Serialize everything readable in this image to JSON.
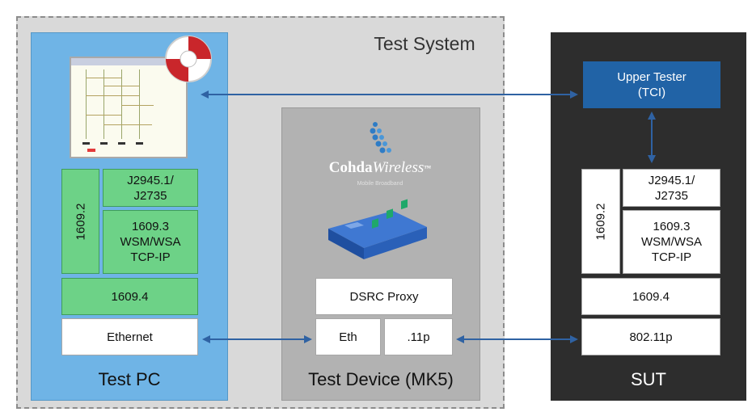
{
  "test_system": {
    "title": "Test System"
  },
  "test_pc": {
    "label": "Test PC",
    "vertical": "1609.2",
    "stack": [
      "J2945.1/\nJ2735",
      "1609.3\nWSM/WSA\nTCP-IP",
      "1609.4",
      "Ethernet"
    ]
  },
  "test_device": {
    "label": "Test Device (MK5)",
    "brand": {
      "main": "Cohda",
      "accent": "Wireless",
      "mark": "™",
      "tagline": "Mobile Broadband"
    },
    "proxy": "DSRC Proxy",
    "eth": "Eth",
    "radio": ".11p"
  },
  "sut": {
    "label": "SUT",
    "upper_tester": "Upper Tester\n(TCI)",
    "vertical": "1609.2",
    "stack": [
      "J2945.1/\nJ2735",
      "1609.3\nWSM/WSA\nTCP-IP",
      "1609.4",
      "802.11p"
    ]
  },
  "colors": {
    "test_system": "#d9d9d9",
    "test_pc": "#6fb4e6",
    "test_device": "#b2b2b2",
    "sut": "#2d2d2d",
    "protocol_green": "#6dd287",
    "upper_tester": "#2163a6",
    "arrow": "#2f62a3"
  },
  "icons": [
    "lifebuoy-icon",
    "cohda-logo-icon",
    "mk5-device-icon",
    "sequence-chart-screenshot"
  ]
}
